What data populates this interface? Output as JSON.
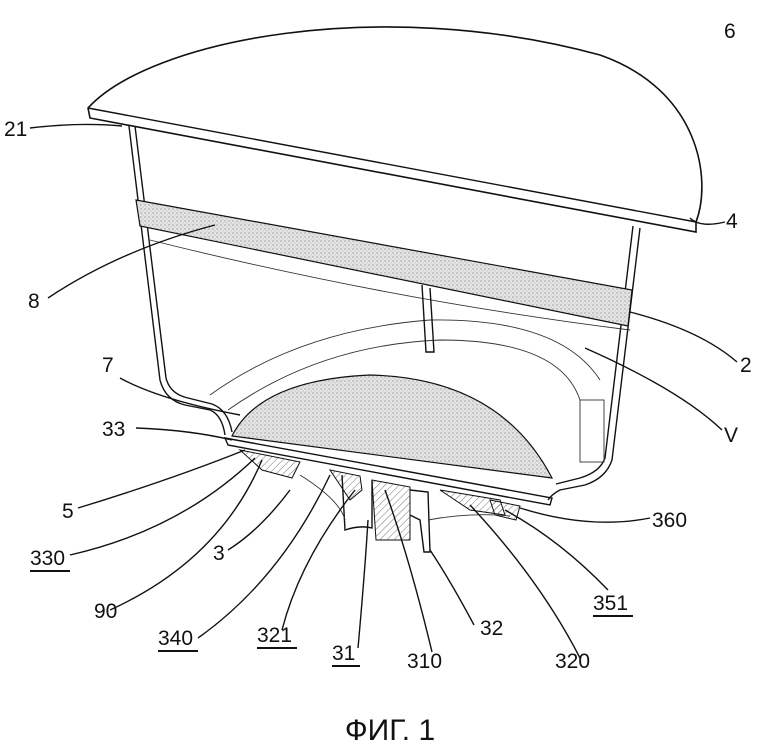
{
  "figure": {
    "caption": "ФИГ. 1",
    "labels": {
      "l6": "6",
      "l21": "21",
      "l4": "4",
      "l8": "8",
      "l2": "2",
      "l7": "7",
      "lV": "V",
      "l33": "33",
      "l5": "5",
      "l330": "330",
      "l3": "3",
      "l90": "90",
      "l340": "340",
      "l321": "321",
      "l31": "31",
      "l310": "310",
      "l32": "32",
      "l320": "320",
      "l351": "351",
      "l360": "360"
    },
    "underlined": [
      "330",
      "340",
      "321",
      "31",
      "351"
    ]
  }
}
